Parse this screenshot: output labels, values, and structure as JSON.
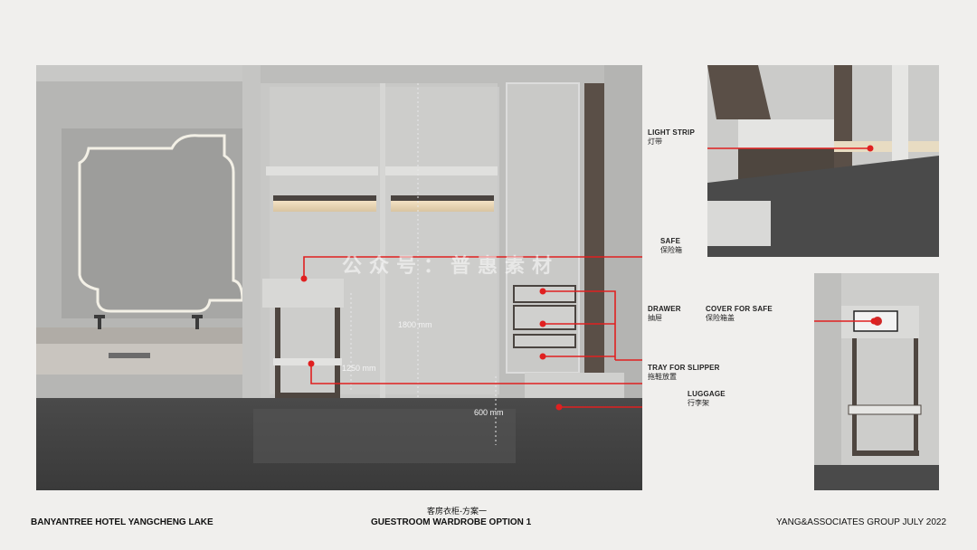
{
  "watermark": "公众号：普惠素材",
  "dimensions": {
    "height_1800": "1800 mm",
    "height_1250": "1250 mm",
    "width_600": "600 mm"
  },
  "callouts": {
    "light_strip": {
      "en": "LIGHT STRIP",
      "cn": "灯带"
    },
    "safe": {
      "en": "SAFE",
      "cn": "保险箱"
    },
    "drawer": {
      "en": "DRAWER",
      "cn": "抽屉"
    },
    "cover_for_safe": {
      "en": "COVER FOR SAFE",
      "cn": "保险箱盖"
    },
    "tray_for_slipper": {
      "en": "TRAY FOR SLIPPER",
      "cn": "拖鞋放置"
    },
    "luggage": {
      "en": "LUGGAGE",
      "cn": "行李架"
    }
  },
  "footer": {
    "project": "BANYANTREE HOTEL YANGCHENG LAKE",
    "title_cn": "客房衣柜-方案一",
    "title_en": "GUESTROOM WARDROBE OPTION 1",
    "firm_date": "YANG&ASSOCIATES GROUP  JULY 2022"
  },
  "colors": {
    "background": "#f0efed",
    "leader_red": "#e02020",
    "render_gray": "#b9b9b7"
  }
}
